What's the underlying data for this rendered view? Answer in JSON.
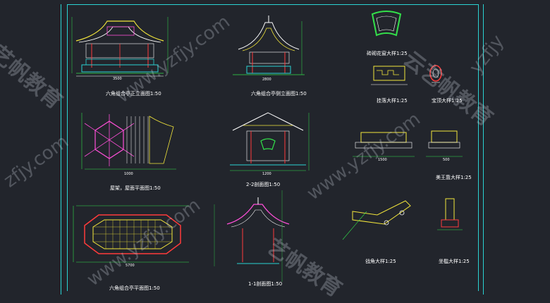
{
  "drawing": {
    "labels": {
      "front_elevation": "六角组合亭正立面图1:50",
      "side_elevation": "六角组合亭侧立面图1:50",
      "brick_window": "砖砌花窗大样1:25",
      "hanging_fascia": "挂落大样1:25",
      "finial": "宝顶大样1:25",
      "roof_frame_plan": "屋架，屋面平面图1:50",
      "section_2_2": "2-2剖面图1:50",
      "bench_detail": "美王靠大样1:25",
      "pavilion_plan": "六角组合亭平面图1:50",
      "section_1_1": "1-1剖面图1:50",
      "corner_detail": "戗角大样1:25",
      "seat_detail": "坐槛大样1:25"
    },
    "dimensions": {
      "d1": "3500",
      "d2": "2800",
      "d3": "1500",
      "d4": "1200",
      "d5": "500",
      "d6": "5700",
      "d7": "1000"
    }
  },
  "watermarks": {
    "site": "www.yzfjy.com",
    "brand": "艺帆教育",
    "partial_left": "zfjy.com",
    "partial_right": "yzfjy",
    "brand_right": "云艺帆教育"
  },
  "colors": {
    "background": "#22252c",
    "frame": "#2ad3d3",
    "line_white": "#ffffff",
    "line_yellow": "#f3e63b",
    "line_green": "#33e04a",
    "line_red": "#ff3b3b",
    "line_cyan": "#2ad3d3",
    "line_magenta": "#ff4fd8"
  }
}
